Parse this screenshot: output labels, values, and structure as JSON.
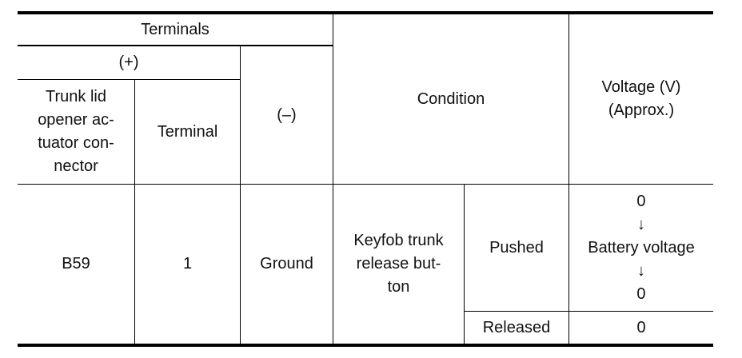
{
  "header": {
    "terminals": "Terminals",
    "plus": "(+)",
    "connector": [
      "Trunk lid",
      "opener ac-",
      "tuator con-",
      "nector"
    ],
    "terminal": "Terminal",
    "minus": "(–)",
    "condition": "Condition",
    "voltage": [
      "Voltage (V)",
      "(Approx.)"
    ]
  },
  "row": {
    "connector": "B59",
    "terminal": "1",
    "minus": "Ground",
    "condition": [
      "Keyfob trunk",
      "release but-",
      "ton"
    ],
    "states": [
      {
        "label": "Pushed",
        "voltage": [
          "0",
          "↓",
          "Battery voltage",
          "↓",
          "0"
        ]
      },
      {
        "label": "Released",
        "voltage": [
          "0"
        ]
      }
    ]
  }
}
